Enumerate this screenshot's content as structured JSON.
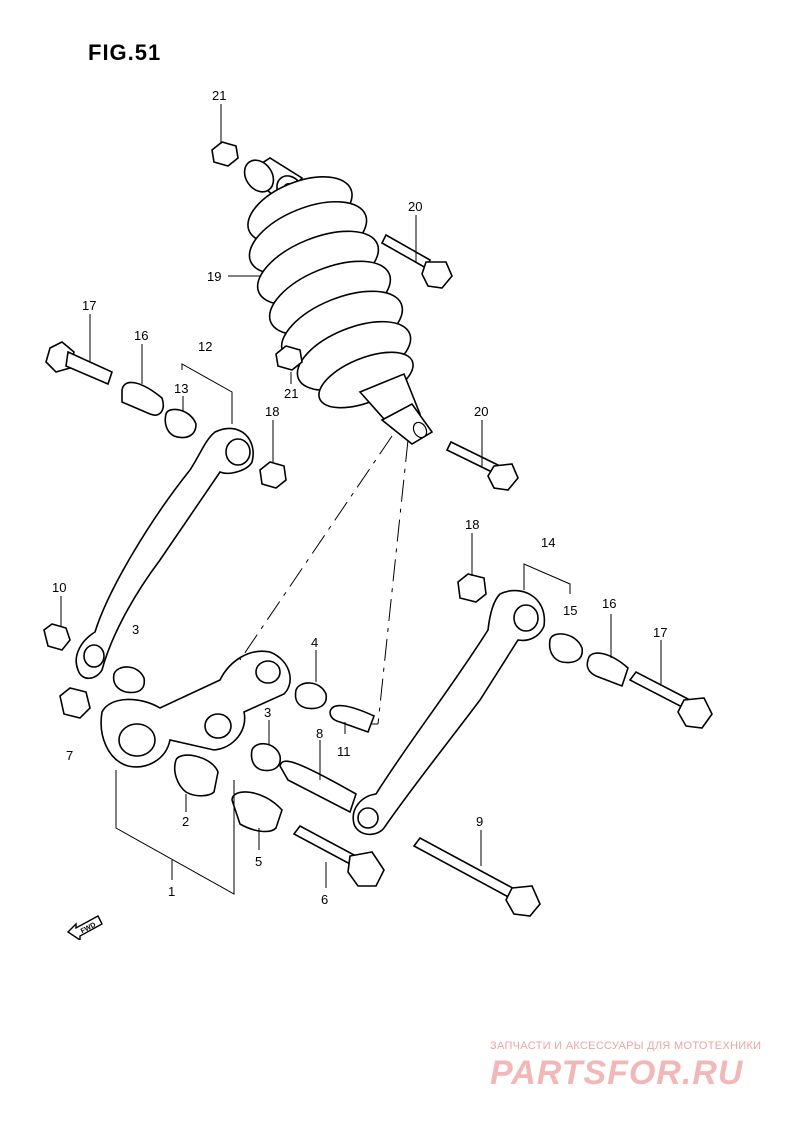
{
  "figure": {
    "title": "FIG.51"
  },
  "labels": {
    "p1": "1",
    "p2": "2",
    "p3a": "3",
    "p3b": "3",
    "p4": "4",
    "p5": "5",
    "p6": "6",
    "p7": "7",
    "p8": "8",
    "p9": "9",
    "p10": "10",
    "p11": "11",
    "p12": "12",
    "p13": "13",
    "p14": "14",
    "p15": "15",
    "p16a": "16",
    "p16b": "16",
    "p17a": "17",
    "p17b": "17",
    "p18a": "18",
    "p18b": "18",
    "p19": "19",
    "p20a": "20",
    "p20b": "20",
    "p21a": "21",
    "p21b": "21"
  },
  "fwd_marker": {
    "text": "FWD"
  },
  "watermark": {
    "tagline": "ЗАПЧАСТИ И АКСЕССУАРЫ ДЛЯ МОТОТЕХНИКИ",
    "logo": "PARTSFOR.RU"
  }
}
